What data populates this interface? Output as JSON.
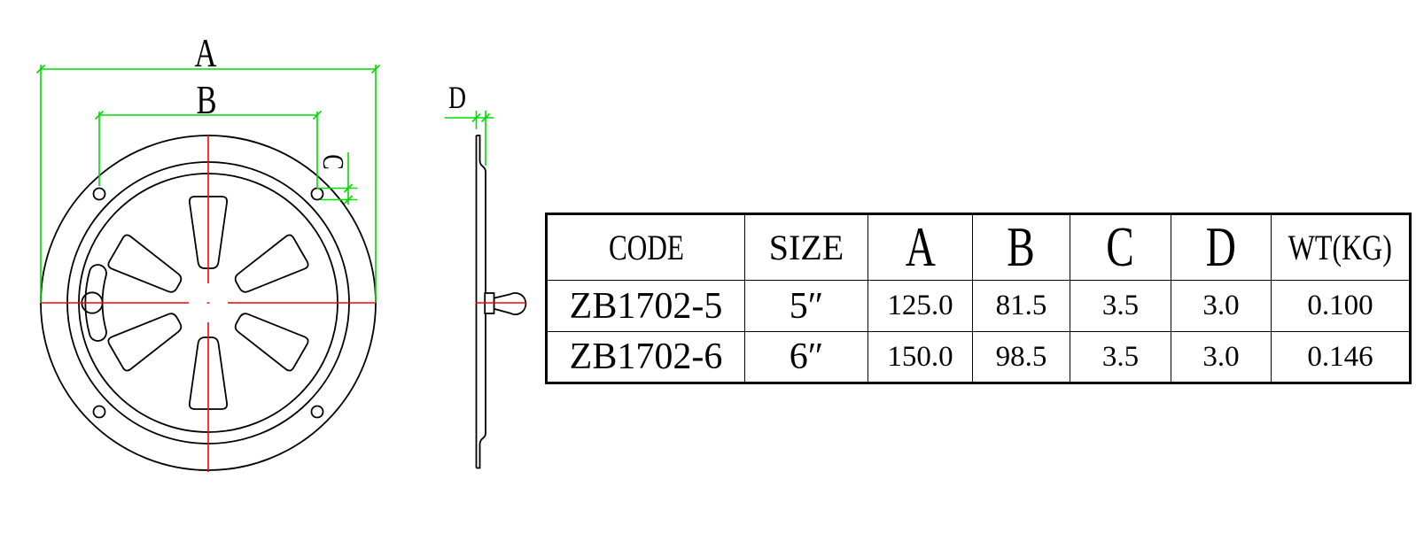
{
  "drawing": {
    "front_view": {
      "dim_label_a": "A",
      "dim_label_b": "B",
      "dim_label_c": "C"
    },
    "side_view": {
      "dim_label_d": "D"
    },
    "colors": {
      "dimension_green": "#00dc00",
      "centerline_red": "#ff0000",
      "outline_black": "#000000"
    }
  },
  "table": {
    "headers": [
      "CODE",
      "SIZE",
      "A",
      "B",
      "C",
      "D",
      "WT(KG)"
    ],
    "rows": [
      [
        "ZB1702-5",
        "5″",
        "125.0",
        "81.5",
        "3.5",
        "3.0",
        "0.100"
      ],
      [
        "ZB1702-6",
        "6″",
        "150.0",
        "98.5",
        "3.5",
        "3.0",
        "0.146"
      ]
    ]
  }
}
